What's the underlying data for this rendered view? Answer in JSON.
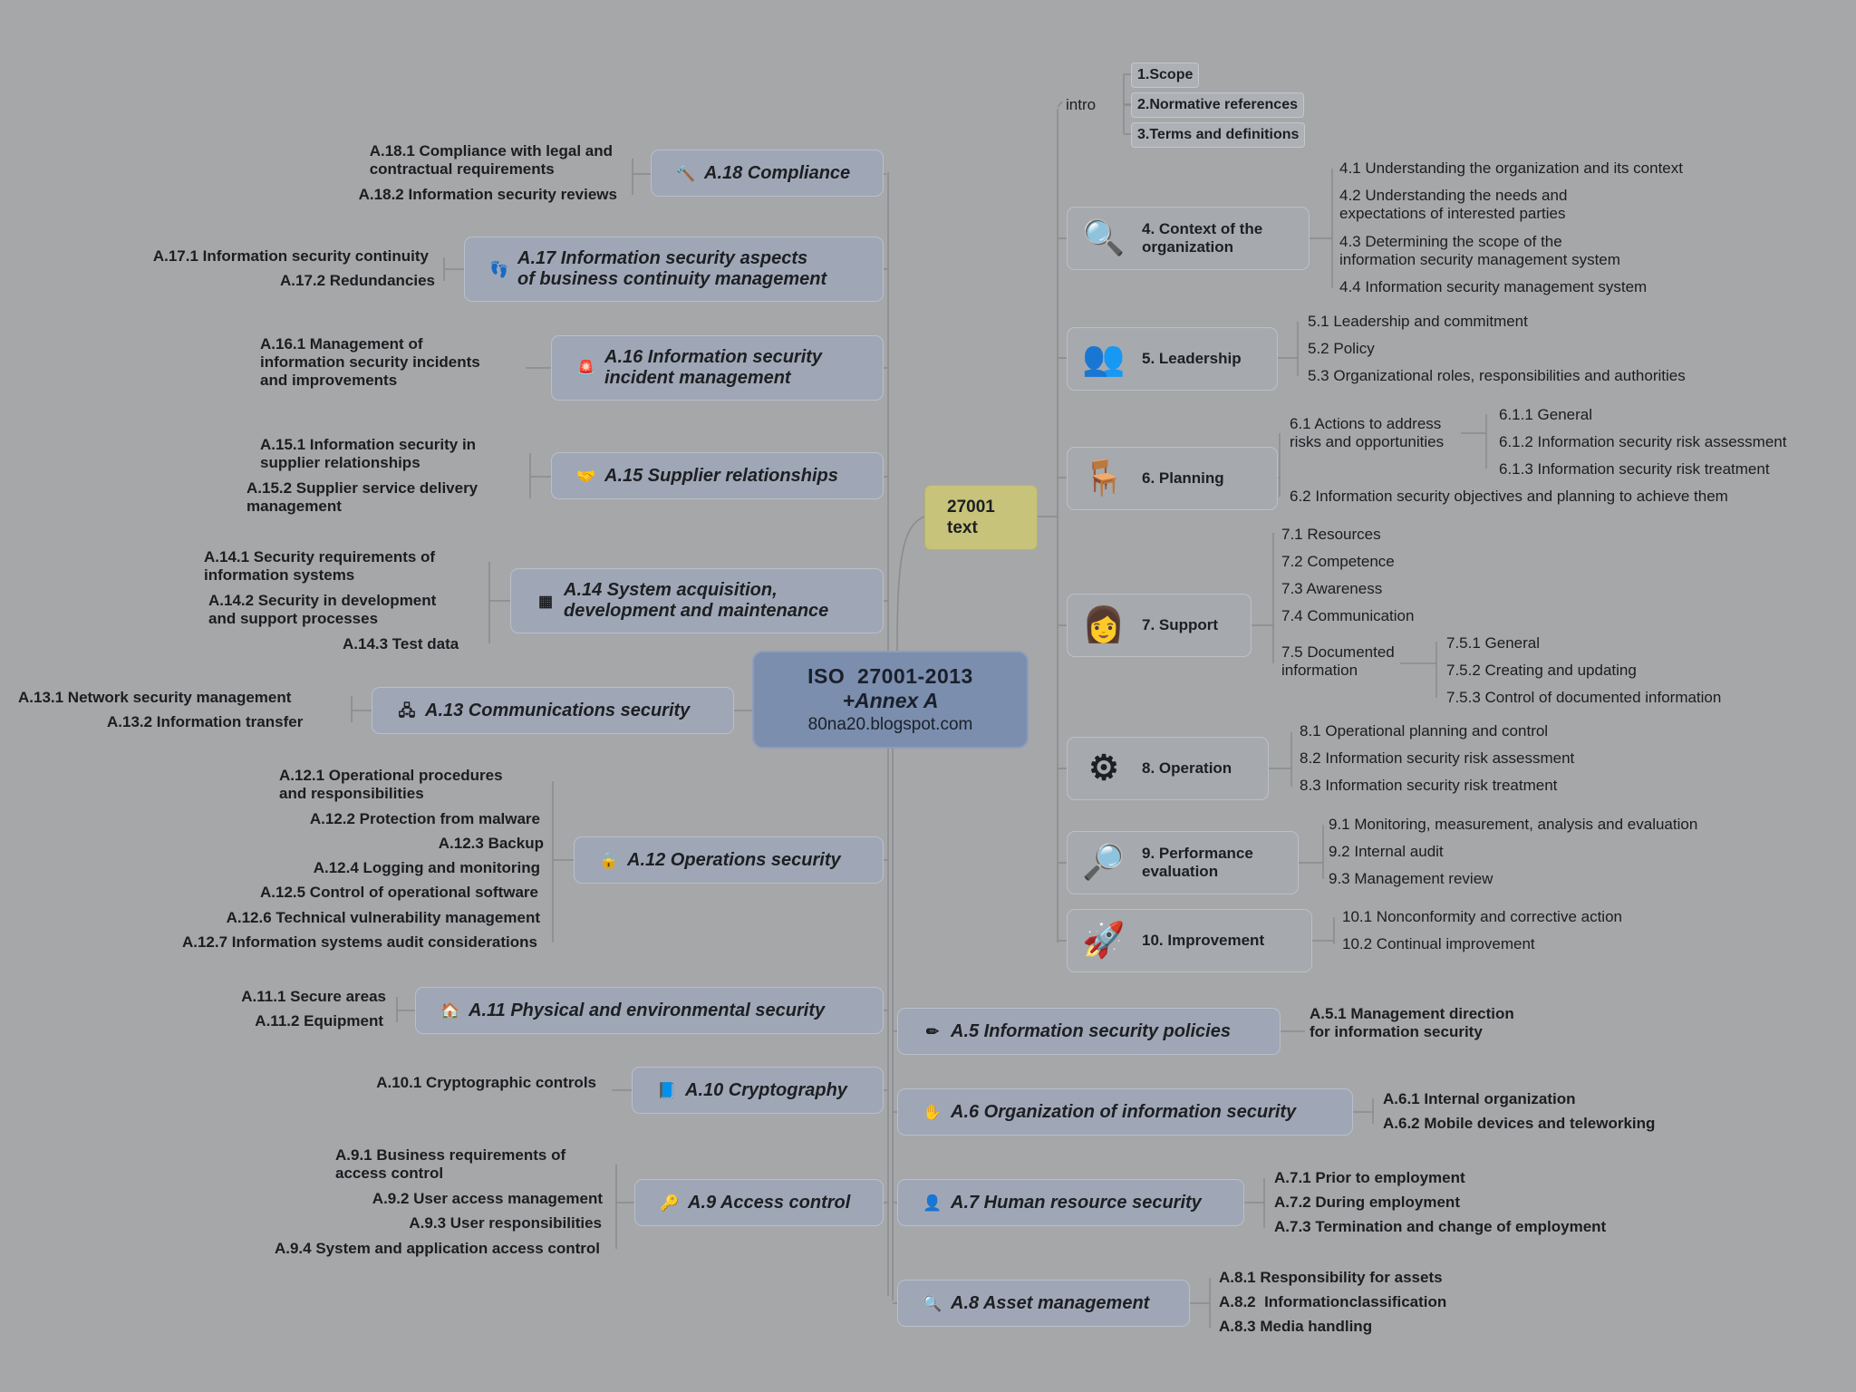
{
  "central": {
    "line1": "ISO  27001-2013",
    "line2": "+Annex A",
    "line3": "80na20.blogspot.com"
  },
  "hub": {
    "label": "27001\ntext"
  },
  "intro": {
    "label": "intro",
    "items": [
      "1.Scope",
      "2.Normative references",
      "3.Terms and definitions"
    ]
  },
  "clauses": {
    "c4": {
      "label": "4. Context of the\norganization",
      "icon": "magnifier-icon",
      "items": [
        "4.1 Understanding the organization and its context",
        "4.2 Understanding the needs and\nexpectations of interested parties",
        "4.3 Determining the scope of the\ninformation security management system",
        "4.4 Information security management system"
      ]
    },
    "c5": {
      "label": "5. Leadership",
      "icon": "people-icon",
      "items": [
        "5.1 Leadership and commitment",
        "5.2 Policy",
        "5.3 Organizational roles, responsibilities and authorities"
      ]
    },
    "c6": {
      "label": "6. Planning",
      "icon": "chair-icon",
      "items": [
        "6.1 Actions to address\nrisks and opportunities",
        "6.2 Information security objectives and planning to achieve them"
      ],
      "sub": [
        "6.1.1 General",
        "6.1.2 Information security risk assessment",
        "6.1.3 Information security risk treatment"
      ]
    },
    "c7": {
      "label": "7. Support",
      "icon": "person-headset-icon",
      "items": [
        "7.1 Resources",
        "7.2 Competence",
        "7.3 Awareness",
        "7.4 Communication",
        "7.5 Documented\ninformation"
      ],
      "sub": [
        "7.5.1 General",
        "7.5.2 Creating and updating",
        "7.5.3 Control of documented information"
      ]
    },
    "c8": {
      "label": "8. Operation",
      "icon": "gears-icon",
      "items": [
        "8.1 Operational planning and control",
        "8.2 Information security risk assessment",
        "8.3 Information security risk treatment"
      ]
    },
    "c9": {
      "label": "9. Performance\nevaluation",
      "icon": "evaluation-magnifier-icon",
      "items": [
        "9.1 Monitoring, measurement, analysis and evaluation",
        "9.2 Internal audit",
        "9.3 Management review"
      ]
    },
    "c10": {
      "label": "10. Improvement",
      "icon": "rocket-icon",
      "items": [
        "10.1 Nonconformity and corrective action",
        "10.2 Continual improvement"
      ]
    }
  },
  "annex_left": {
    "a18": {
      "label": "A.18 Compliance",
      "icon": "gavel-icon",
      "items": [
        "A.18.1 Compliance with legal and\ncontractual requirements",
        "A.18.2 Information security reviews"
      ]
    },
    "a17": {
      "label": "A.17 Information security aspects\nof business continuity management",
      "icon": "footprints-icon",
      "items": [
        "A.17.1 Information security continuity",
        "A.17.2 Redundancies"
      ]
    },
    "a16": {
      "label": "A.16 Information security\nincident management",
      "icon": "alarm-icon",
      "items": [
        "A.16.1 Management of\ninformation security incidents\nand improvements"
      ]
    },
    "a15": {
      "label": "A.15 Supplier relationships",
      "icon": "handshake-icon",
      "items": [
        "A.15.1 Information security in\nsupplier relationships",
        "A.15.2 Supplier service delivery\nmanagement"
      ]
    },
    "a14": {
      "label": "A.14 System acquisition,\ndevelopment and maintenance",
      "icon": "window-icon",
      "items": [
        "A.14.1 Security requirements of\ninformation systems",
        "A.14.2 Security in development\nand support processes",
        "A.14.3 Test data"
      ]
    },
    "a13": {
      "label": "A.13 Communications security",
      "icon": "network-icon",
      "items": [
        "A.13.1 Network security management",
        "A.13.2 Information transfer"
      ]
    },
    "a12": {
      "label": "A.12 Operations security",
      "icon": "lock-icon",
      "items": [
        "A.12.1 Operational procedures\nand responsibilities",
        "A.12.2 Protection from malware",
        "A.12.3 Backup",
        "A.12.4 Logging and monitoring",
        "A.12.5 Control of operational software",
        "A.12.6 Technical vulnerability management",
        "A.12.7 Information systems audit considerations"
      ]
    },
    "a11": {
      "label": "A.11 Physical and environmental security",
      "icon": "house-icon",
      "items": [
        "A.11.1 Secure areas",
        "A.11.2 Equipment"
      ]
    },
    "a10": {
      "label": "A.10 Cryptography",
      "icon": "book-icon",
      "items": [
        "A.10.1 Cryptographic controls"
      ]
    },
    "a9": {
      "label": "A.9 Access control",
      "icon": "key-icon",
      "items": [
        "A.9.1 Business requirements of\naccess control",
        "A.9.2 User access management",
        "A.9.3 User responsibilities",
        "A.9.4 System and application access control"
      ]
    }
  },
  "annex_right": {
    "a5": {
      "label": "A.5 Information security policies",
      "icon": "pencil-icon",
      "items": [
        "A.5.1 Management direction\nfor information security"
      ]
    },
    "a6": {
      "label": "A.6 Organization of information security",
      "icon": "hand-icon",
      "items": [
        "A.6.1 Internal organization",
        "A.6.2 Mobile devices and teleworking"
      ]
    },
    "a7": {
      "label": "A.7 Human resource security",
      "icon": "user-icon",
      "items": [
        "A.7.1 Prior to employment",
        "A.7.2 During employment",
        "A.7.3 Termination and change of employment"
      ]
    },
    "a8": {
      "label": "A.8 Asset management",
      "icon": "search-icon",
      "items": [
        "A.8.1 Responsibility for assets",
        "A.8.2  Informationclassification",
        "A.8.3 Media handling"
      ]
    }
  }
}
